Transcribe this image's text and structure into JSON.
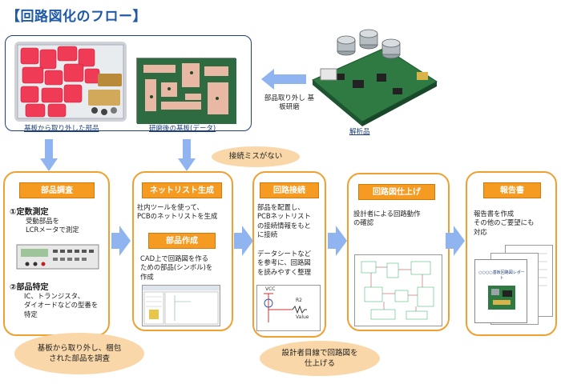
{
  "title": "【回路図化のフロー】",
  "top": {
    "parts_caption": "基板から取り外した部品",
    "board_caption": "研磨後の基板(データ)",
    "process_note": "部品取り外し\n基板研磨",
    "analysis_caption": "解析品"
  },
  "stages": {
    "s1": {
      "label": "部品調査",
      "sub1_title": "①定数測定",
      "sub1_text": "受動部品を\nLCRメータで測定",
      "sub2_title": "②部品特定",
      "sub2_text": "IC、トランジスタ、\nダイオードなどの型番を\n特定"
    },
    "s2": {
      "label": "ネットリスト生成",
      "text1": "社内ツールを使って、\nPCBのネットリストを生成",
      "label2": "部品作成",
      "text2": "CAD上で回路図を作る\nための部品(シンボル)を\n作成"
    },
    "s3": {
      "label": "回路接続",
      "text1": "部品を配置し、\nPCBネットリスト\nの接続情報をもと\nに接続",
      "text2": "データシートなど\nを参考に、回路図\nを読みやすく整理",
      "schem_vcc": "VCC",
      "schem_r2": "R2",
      "schem_value": "Value"
    },
    "s4": {
      "label": "回路図仕上げ",
      "text1": "設計者による回路動作\nの確認"
    },
    "s5": {
      "label": "報告書",
      "text1": "報告書を作成\nその他のご要望にも\n対応",
      "report_title": "○○○○基板回路図レポート"
    }
  },
  "bubbles": {
    "b1": "基板から取り外し、梱包\nされた部品を調査",
    "b2": "接続ミスがない",
    "b3": "設計者目線で回路図を\n仕上げる"
  },
  "colors": {
    "accent_orange": "#f59b21",
    "stage_border": "#f0a030",
    "arrow_blue": "#8fb4f0",
    "bubble": "#f9d7a8",
    "title_blue": "#1e5aa8"
  }
}
